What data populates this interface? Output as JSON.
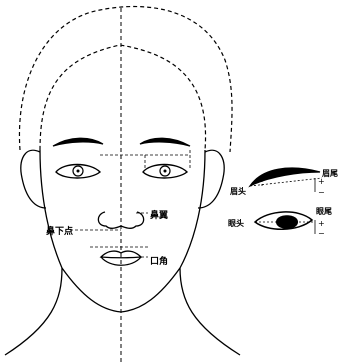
{
  "labels": {
    "nose_wing": "鼻翼",
    "nose_bottom": "鼻下点",
    "mouth_corner": "口角",
    "brow_tail": "眉尾",
    "brow_head": "眉头",
    "eye_head": "眼头",
    "eye_tail": "眼尾",
    "plus": "+",
    "minus": "−"
  },
  "colors": {
    "ink": "#000000",
    "paper": "#ffffff"
  }
}
